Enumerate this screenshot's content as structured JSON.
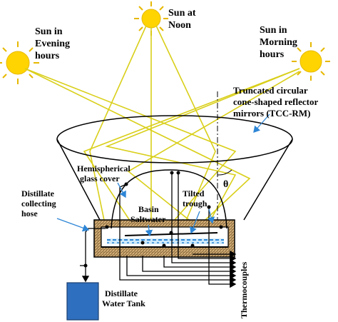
{
  "labels": {
    "sun_evening_1": "Sun in",
    "sun_evening_2": "Evening",
    "sun_evening_3": "hours",
    "sun_noon_1": "Sun at",
    "sun_noon_2": "Noon",
    "sun_morning_1": "Sun in",
    "sun_morning_2": "Morning",
    "sun_morning_3": "hours",
    "reflector_1": "Truncated circular",
    "reflector_2": "cone-shaped reflector",
    "reflector_3": "mirrors (TCC-RM)",
    "glass_1": "Hemispherical",
    "glass_2": "glass cover",
    "hose_1": "Distillate",
    "hose_2": "collecting",
    "hose_3": "hose",
    "basin": "Basin",
    "saltwater": "Saltwater",
    "trough_1": "Tilted",
    "trough_2": "trough",
    "theta": "θ",
    "tank_1": "Distillate",
    "tank_2": "Water Tank",
    "thermocouples": "Thermocouples"
  },
  "colors": {
    "sun": "#ffd400",
    "sun_rays": "#e6b800",
    "light_rays": "#d9cf1a",
    "annotation_arrows": "#2e86d6",
    "water": "#7fc8f0",
    "tank": "#2f6fbf",
    "insulation": "#c8a46a"
  }
}
